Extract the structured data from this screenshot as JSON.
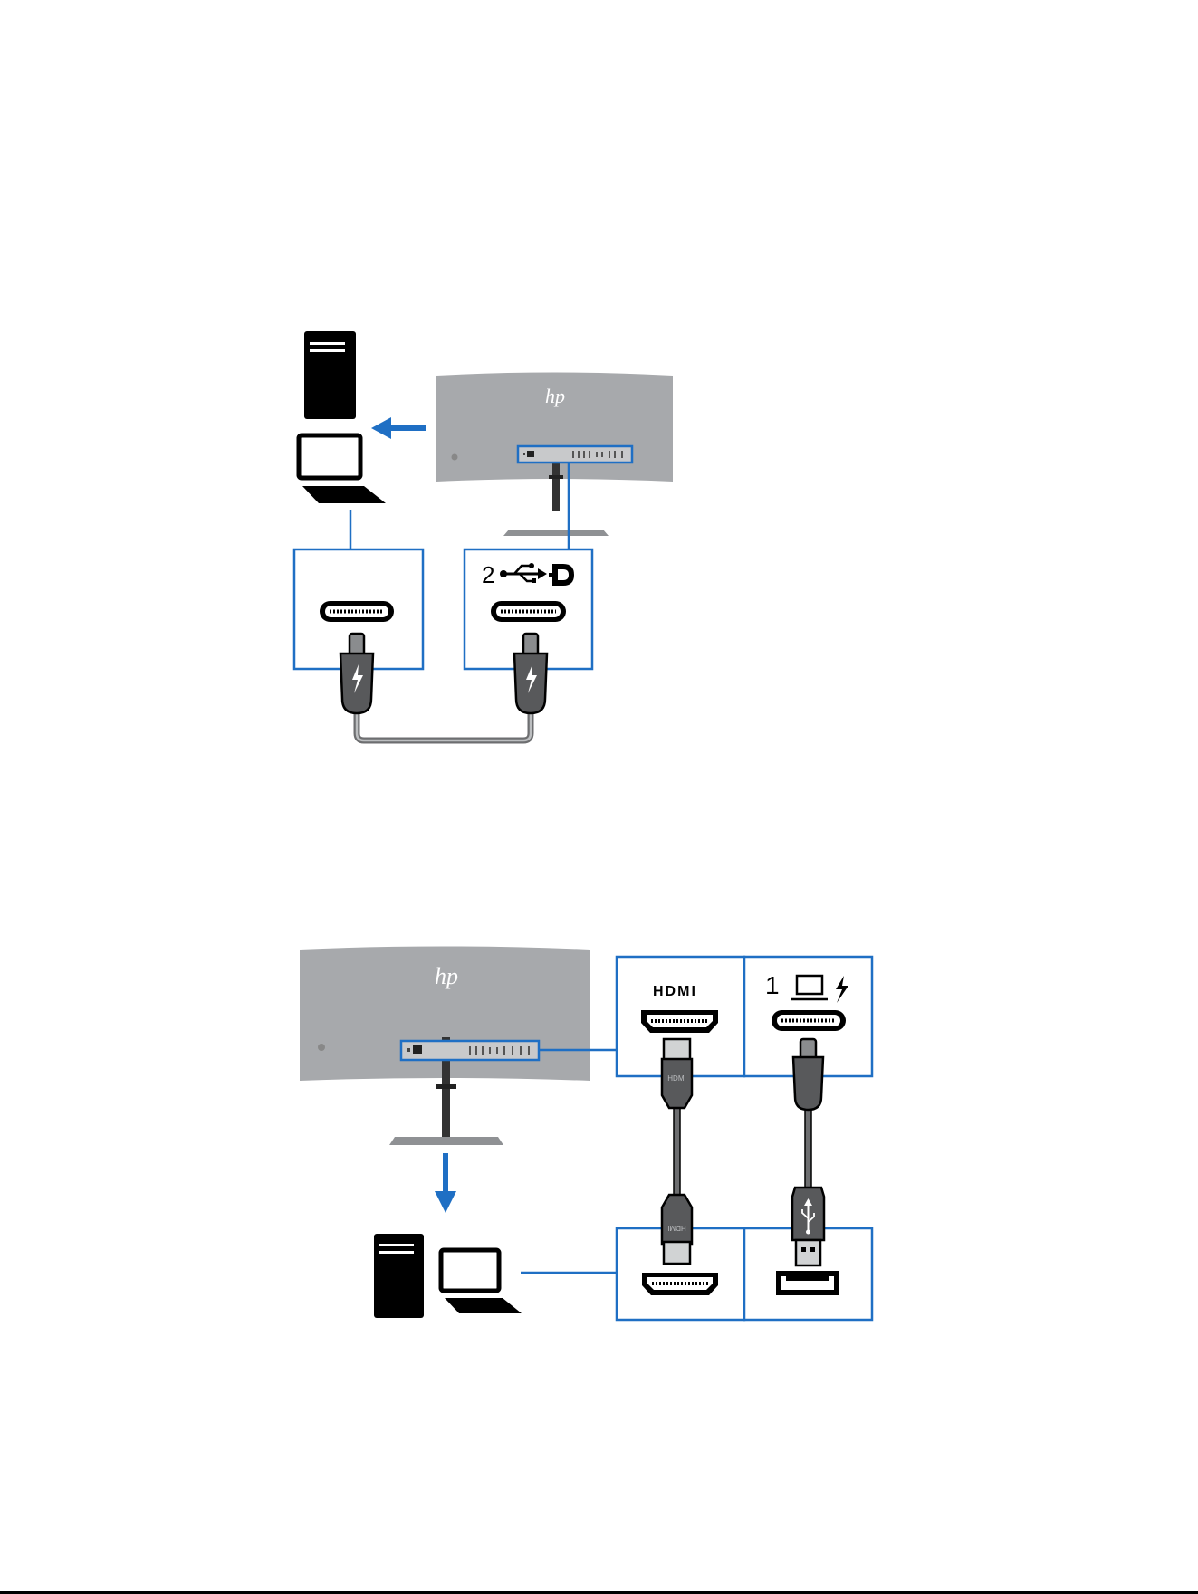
{
  "figure1": {
    "port_label_number": "2",
    "icons": [
      "computer-tower-icon",
      "laptop-icon",
      "usb-icon",
      "displayport-icon",
      "thunderbolt-icon",
      "usb-c-port-icon",
      "hp-logo-icon"
    ]
  },
  "figure2": {
    "hdmi_label": "HDMI",
    "port_label_number": "1",
    "hdmi_connector_text": "HDMI",
    "icons": [
      "hdmi-port-icon",
      "laptop-icon",
      "lightning-icon",
      "usb-icon",
      "usb-a-port-icon",
      "computer-tower-icon",
      "hp-logo-icon"
    ]
  },
  "colors": {
    "accent_blue": "#1f6fc4",
    "monitor_gray": "#a7a9ac",
    "cable_gray": "#6d6e70",
    "black": "#000000"
  }
}
